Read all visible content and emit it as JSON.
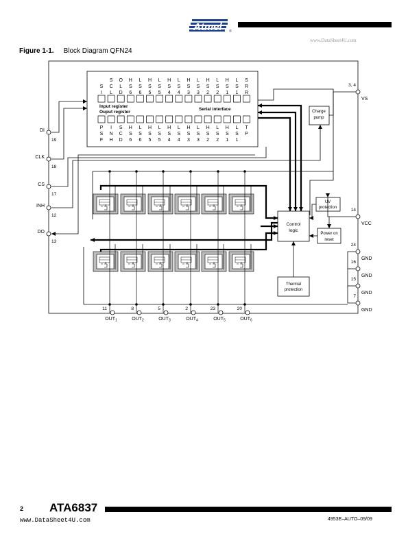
{
  "header": {
    "logo_text": "Atmel",
    "watermark": "www.DataSheet4U.com"
  },
  "figure": {
    "number": "Figure 1-1.",
    "caption": "Block Diagram QFN24"
  },
  "diagram": {
    "top_labels": [
      [
        "S",
        "I"
      ],
      [
        "S",
        "C",
        "L"
      ],
      [
        "O",
        "L",
        "D"
      ],
      [
        "H",
        "S",
        "6"
      ],
      [
        "L",
        "S",
        "6"
      ],
      [
        "H",
        "S",
        "5"
      ],
      [
        "L",
        "S",
        "5"
      ],
      [
        "H",
        "S",
        "4"
      ],
      [
        "L",
        "S",
        "4"
      ],
      [
        "H",
        "S",
        "3"
      ],
      [
        "L",
        "S",
        "3"
      ],
      [
        "H",
        "S",
        "2"
      ],
      [
        "L",
        "S",
        "2"
      ],
      [
        "H",
        "S",
        "1"
      ],
      [
        "L",
        "S",
        "1"
      ],
      [
        "S",
        "R",
        "R"
      ]
    ],
    "bottom_labels": [
      [
        "P",
        "S",
        "F"
      ],
      [
        "I",
        "N",
        "H"
      ],
      [
        "S",
        "C",
        "D"
      ],
      [
        "H",
        "S",
        "6"
      ],
      [
        "L",
        "S",
        "6"
      ],
      [
        "H",
        "S",
        "5"
      ],
      [
        "L",
        "S",
        "5"
      ],
      [
        "H",
        "S",
        "4"
      ],
      [
        "L",
        "S",
        "4"
      ],
      [
        "H",
        "S",
        "3"
      ],
      [
        "L",
        "S",
        "3"
      ],
      [
        "H",
        "S",
        "2"
      ],
      [
        "L",
        "S",
        "2"
      ],
      [
        "H",
        "S",
        "1"
      ],
      [
        "L",
        "S",
        "1"
      ],
      [
        "T",
        "P"
      ]
    ],
    "input_register": "Input register",
    "output_register": "Ouput register",
    "serial_interface": "Serial interface",
    "charge_pump": [
      "Charge",
      "pump"
    ],
    "uv_protection": [
      "UV",
      "protection"
    ],
    "power_on_reset": [
      "Power on",
      "reset"
    ],
    "control_logic": [
      "Control",
      "logic"
    ],
    "thermal_protection": [
      "Thermal",
      "protection"
    ],
    "left_pins": [
      {
        "name": "DI",
        "num": "19"
      },
      {
        "name": "CLK",
        "num": "18"
      },
      {
        "name": "CS",
        "num": "17"
      },
      {
        "name": "INH",
        "num": "12"
      },
      {
        "name": "DO",
        "num": "13"
      }
    ],
    "right_pins": [
      {
        "name": "VS",
        "num": "3, 4"
      },
      {
        "name": "VCC",
        "num": "14"
      },
      {
        "name": "GND",
        "num": "24"
      },
      {
        "name": "GND",
        "num": "16"
      },
      {
        "name": "GND",
        "num": "15"
      },
      {
        "name": "GND",
        "num": "7"
      }
    ],
    "outputs": [
      {
        "pin": "11",
        "name": "OUT",
        "sub": "1"
      },
      {
        "pin": "8",
        "name": "OUT",
        "sub": "2"
      },
      {
        "pin": "5",
        "name": "OUT",
        "sub": "3"
      },
      {
        "pin": "2",
        "name": "OUT",
        "sub": "4"
      },
      {
        "pin": "23",
        "name": "OUT",
        "sub": "5"
      },
      {
        "pin": "20",
        "name": "OUT",
        "sub": "6"
      }
    ]
  },
  "footer": {
    "page_number": "2",
    "part_number": "ATA6837",
    "watermark": "www.DataSheet4U.com",
    "doc_code": "4953E–AUTO–09/09"
  }
}
